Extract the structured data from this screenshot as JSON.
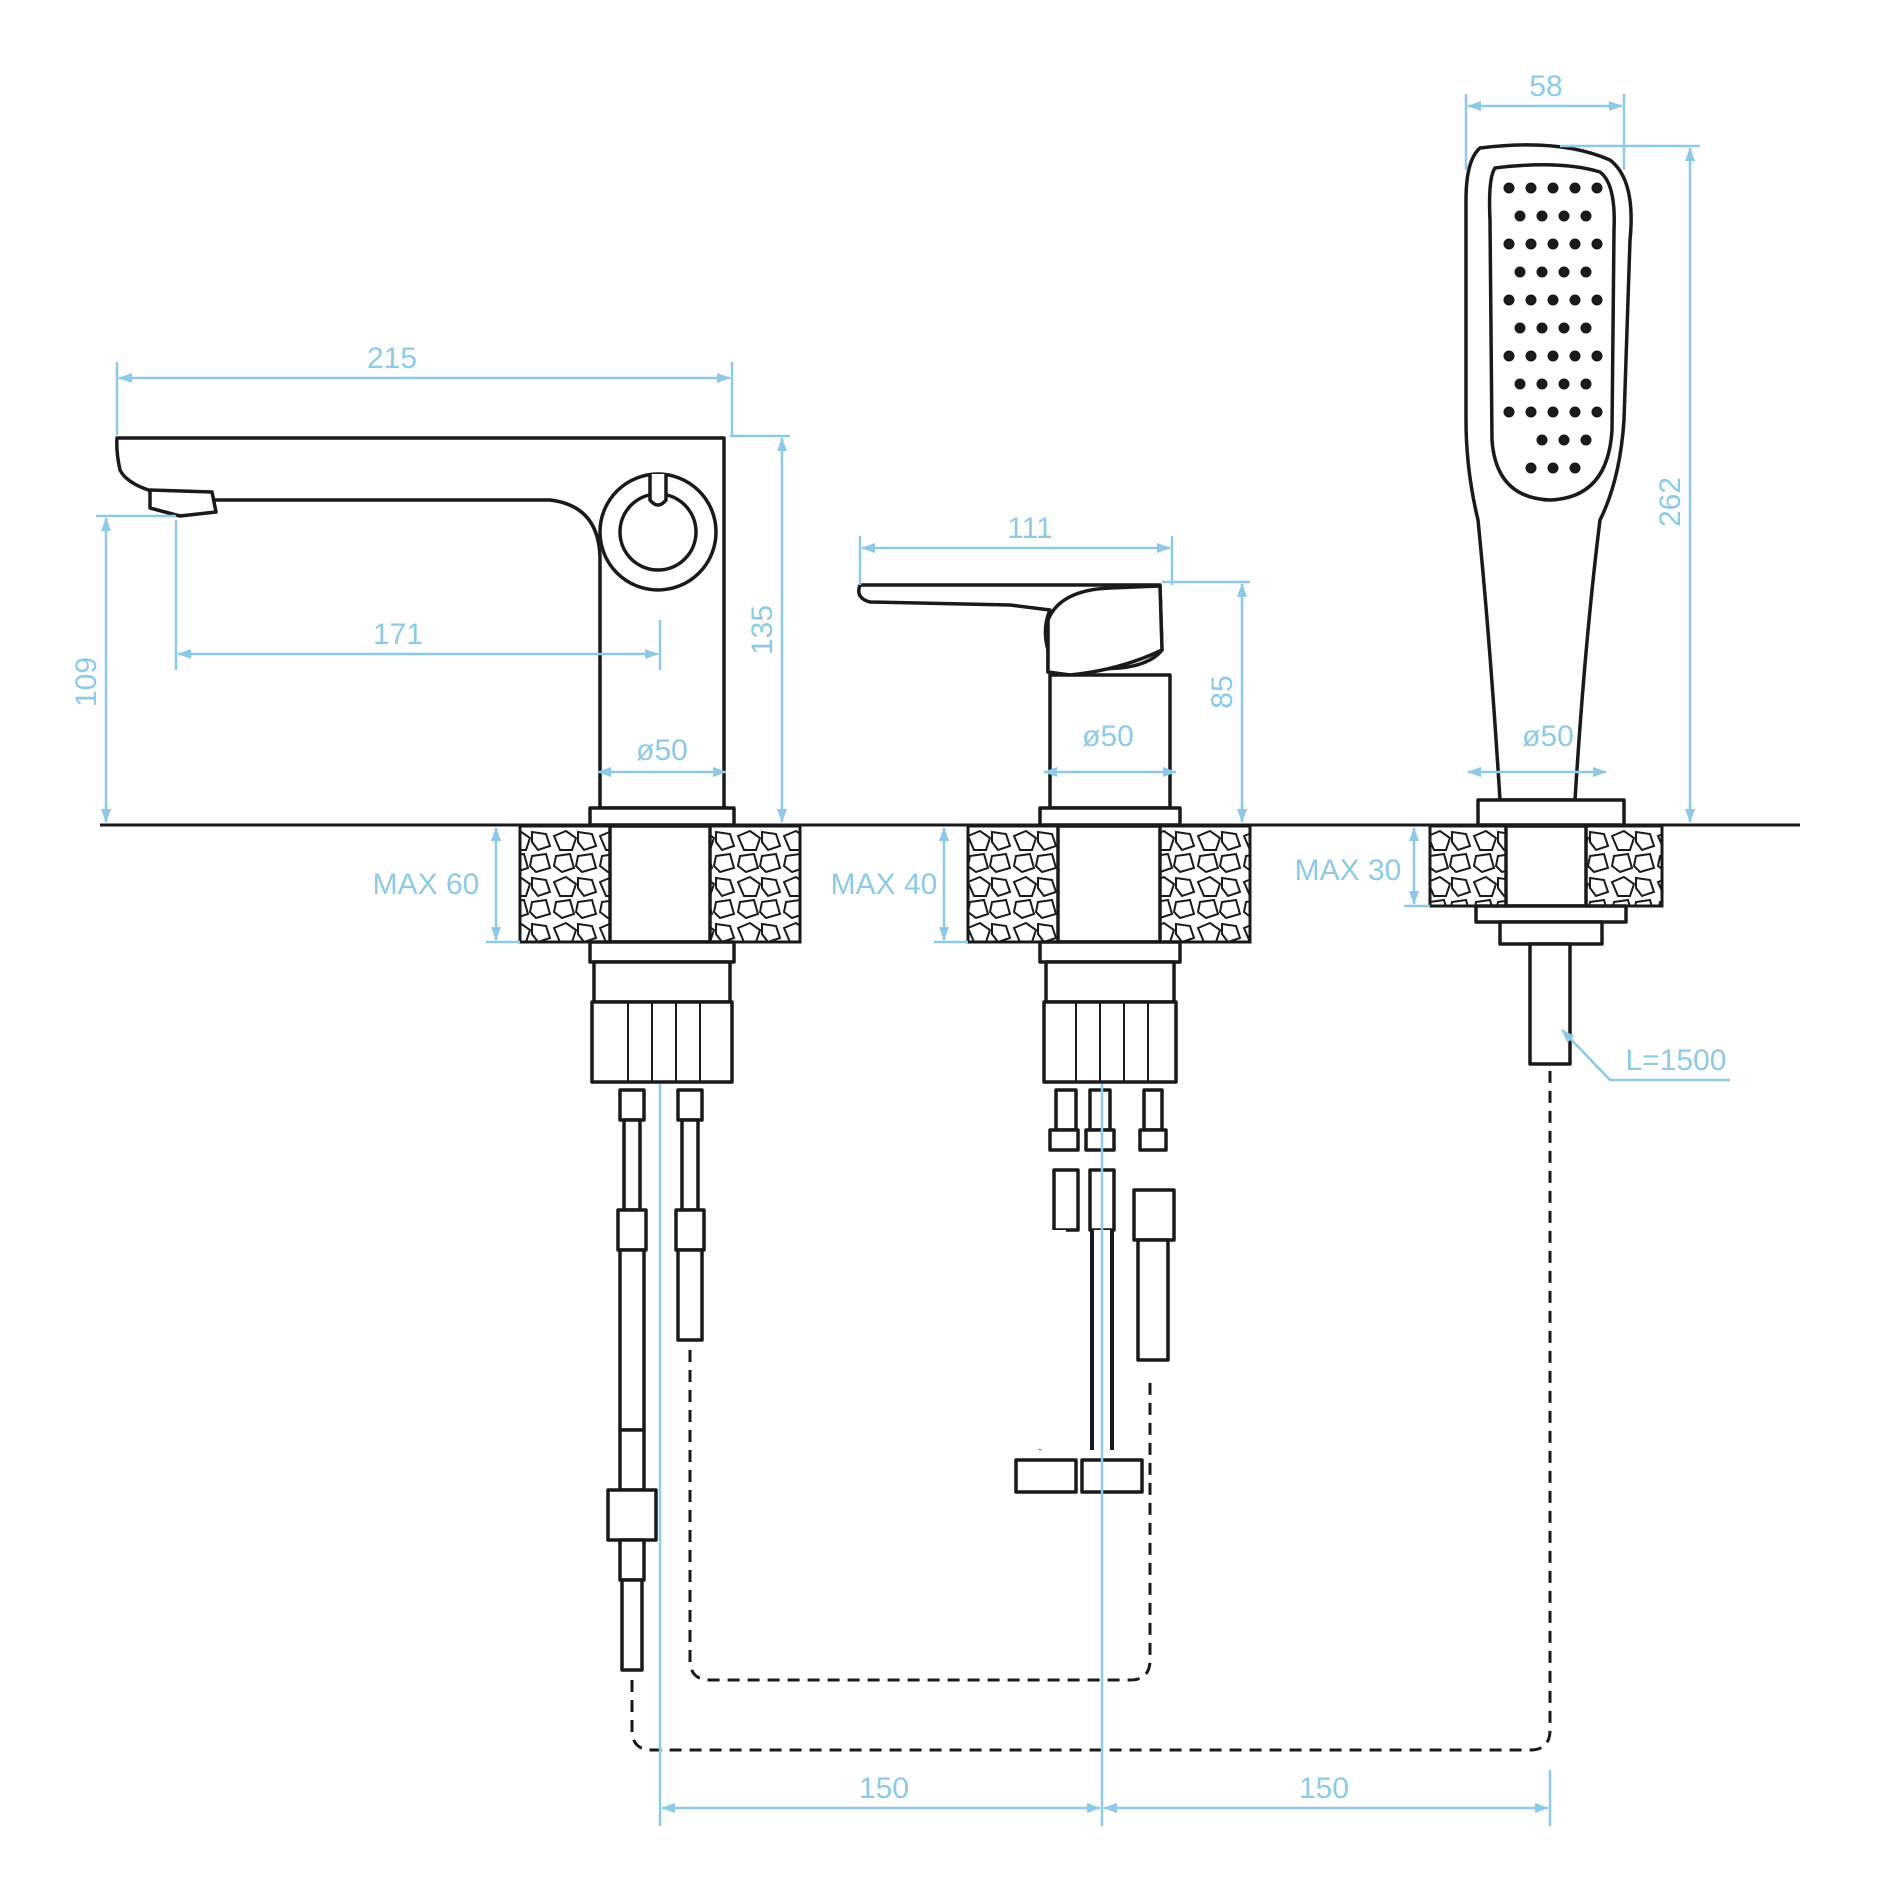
{
  "colors": {
    "dimension": "#8ecae6",
    "line": "#1a1a1a",
    "background": "#ffffff"
  },
  "dimensions": {
    "spout_length": "215",
    "spout_reach": "171",
    "spout_height": "135",
    "spout_outlet_height": "109",
    "spout_base_dia": "ø50",
    "mixer_length": "111",
    "mixer_height": "85",
    "mixer_base_dia": "ø50",
    "handshower_width": "58",
    "handshower_height": "262",
    "handshower_base_dia": "ø50",
    "deck_max_spout": "MAX 60",
    "deck_max_mixer": "MAX 40",
    "deck_max_handshower": "MAX 30",
    "hose_length": "L=1500",
    "spacing_left": "150",
    "spacing_right": "150"
  }
}
